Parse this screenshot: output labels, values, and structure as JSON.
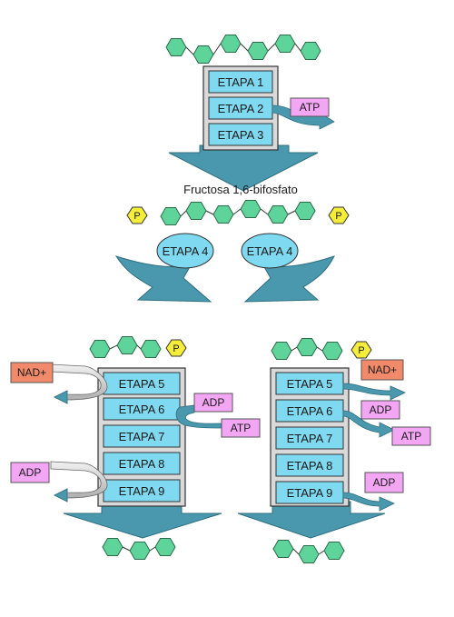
{
  "title": "Fructosa 1,6-bifosfato",
  "colors": {
    "hexagon": "#5fd49a",
    "stage_box": "#7fd9f0",
    "stage_frame": "#d9d9d9",
    "arrow": "#4a98ad",
    "atp_adp_box": "#f3a6f3",
    "nad_box": "#f08a6a",
    "phosphate": "#f4ee3b"
  },
  "top": {
    "stages": [
      "ETAPA 1",
      "ETAPA 2",
      "ETAPA 3"
    ],
    "molecule": "ATP"
  },
  "middle": {
    "phosphate_label": "P",
    "split_left": "ETAPA 4",
    "split_right": "ETAPA 4"
  },
  "left_branch": {
    "phosphate_label": "P",
    "stages": [
      "ETAPA 5",
      "ETAPA 6",
      "ETAPA 7",
      "ETAPA 8",
      "ETAPA 9"
    ],
    "nad": "NAD+",
    "adp_in_6": "ADP",
    "atp_out_6": "ATP",
    "adp_in_9": "ADP"
  },
  "right_branch": {
    "phosphate_label": "P",
    "stages": [
      "ETAPA 5",
      "ETAPA 6",
      "ETAPA 7",
      "ETAPA 8",
      "ETAPA 9"
    ],
    "nad": "NAD+",
    "adp_in_6": "ADP",
    "atp_out_6": "ATP",
    "adp_in_9": "ADP"
  }
}
